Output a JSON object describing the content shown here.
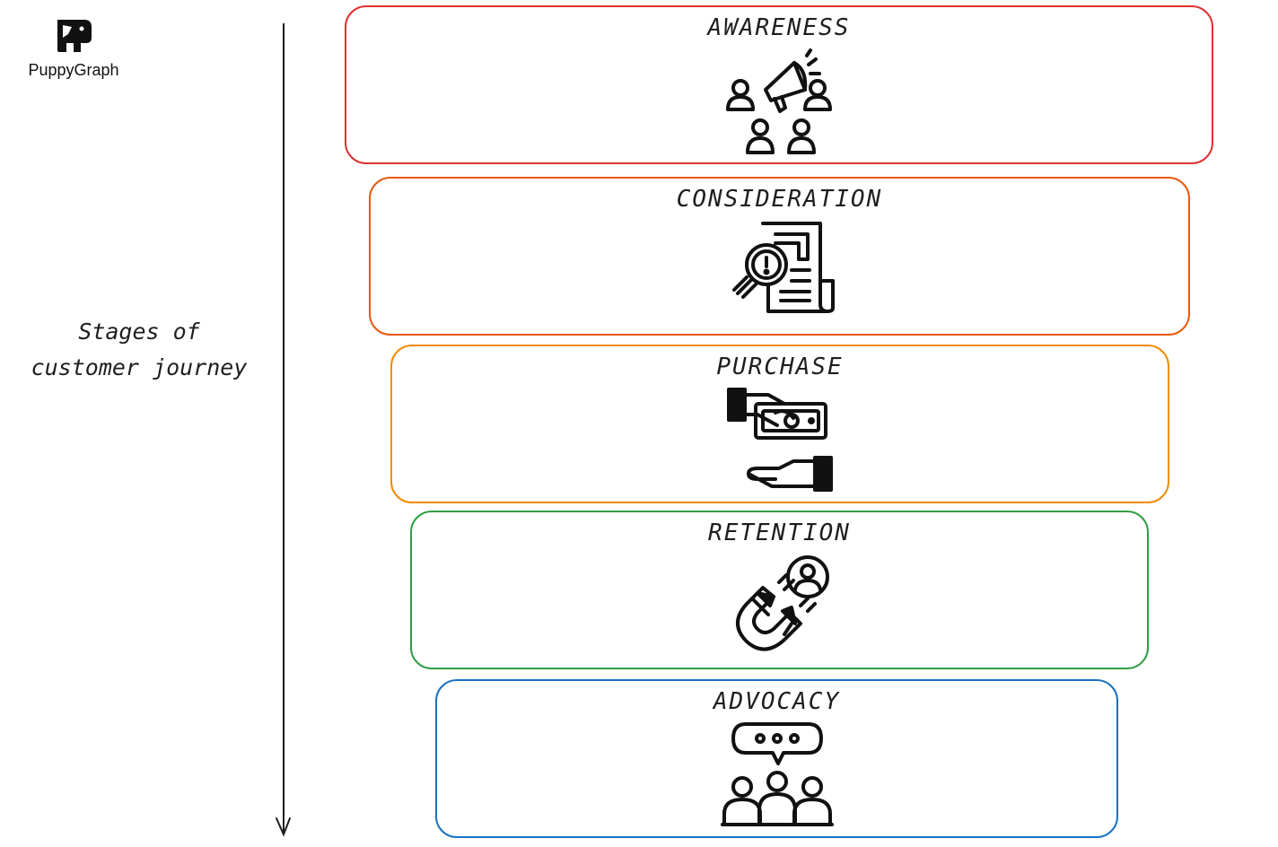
{
  "logo": {
    "name": "PuppyGraph",
    "icon": "puppy-icon"
  },
  "axis_label": {
    "line1": "Stages of",
    "line2": "customer journey"
  },
  "stages": [
    {
      "title": "AWARENESS",
      "icon": "megaphone-audience-icon",
      "color": "#e03131"
    },
    {
      "title": "CONSIDERATION",
      "icon": "document-search-icon",
      "color": "#e8590c"
    },
    {
      "title": "PURCHASE",
      "icon": "payment-hands-icon",
      "color": "#f08c00"
    },
    {
      "title": "RETENTION",
      "icon": "magnet-customer-icon",
      "color": "#2f9e44"
    },
    {
      "title": "ADVOCACY",
      "icon": "speech-group-icon",
      "color": "#1971c2"
    }
  ]
}
